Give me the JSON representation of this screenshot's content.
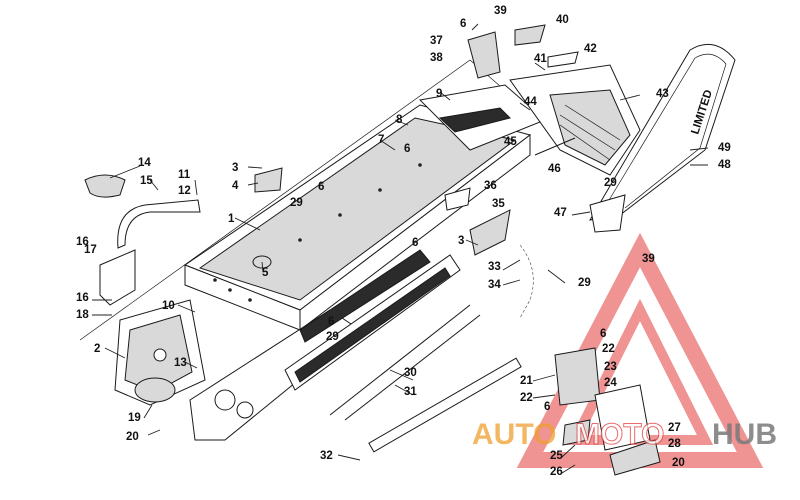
{
  "diagram": {
    "callouts": [
      "1",
      "2",
      "3",
      "3",
      "4",
      "5",
      "6",
      "6",
      "6",
      "6",
      "6",
      "6",
      "6",
      "7",
      "8",
      "9",
      "10",
      "11",
      "12",
      "13",
      "14",
      "15",
      "16",
      "16",
      "17",
      "18",
      "19",
      "20",
      "20",
      "21",
      "22",
      "22",
      "23",
      "24",
      "25",
      "26",
      "27",
      "28",
      "29",
      "29",
      "29",
      "29",
      "30",
      "31",
      "32",
      "33",
      "34",
      "35",
      "36",
      "37",
      "38",
      "39",
      "39",
      "40",
      "41",
      "42",
      "43",
      "44",
      "45",
      "46",
      "47",
      "48",
      "49"
    ],
    "decal_text": "LIMITED",
    "colors": {
      "line": "#1a1a1a",
      "watermark_red": "#e23c3c",
      "watermark_orange": "#f0a030",
      "watermark_grey": "#7a7a7a"
    }
  },
  "watermark": {
    "part_auto": "AUTO",
    "part_moto": "MOTO",
    "part_hub": "HUB"
  }
}
